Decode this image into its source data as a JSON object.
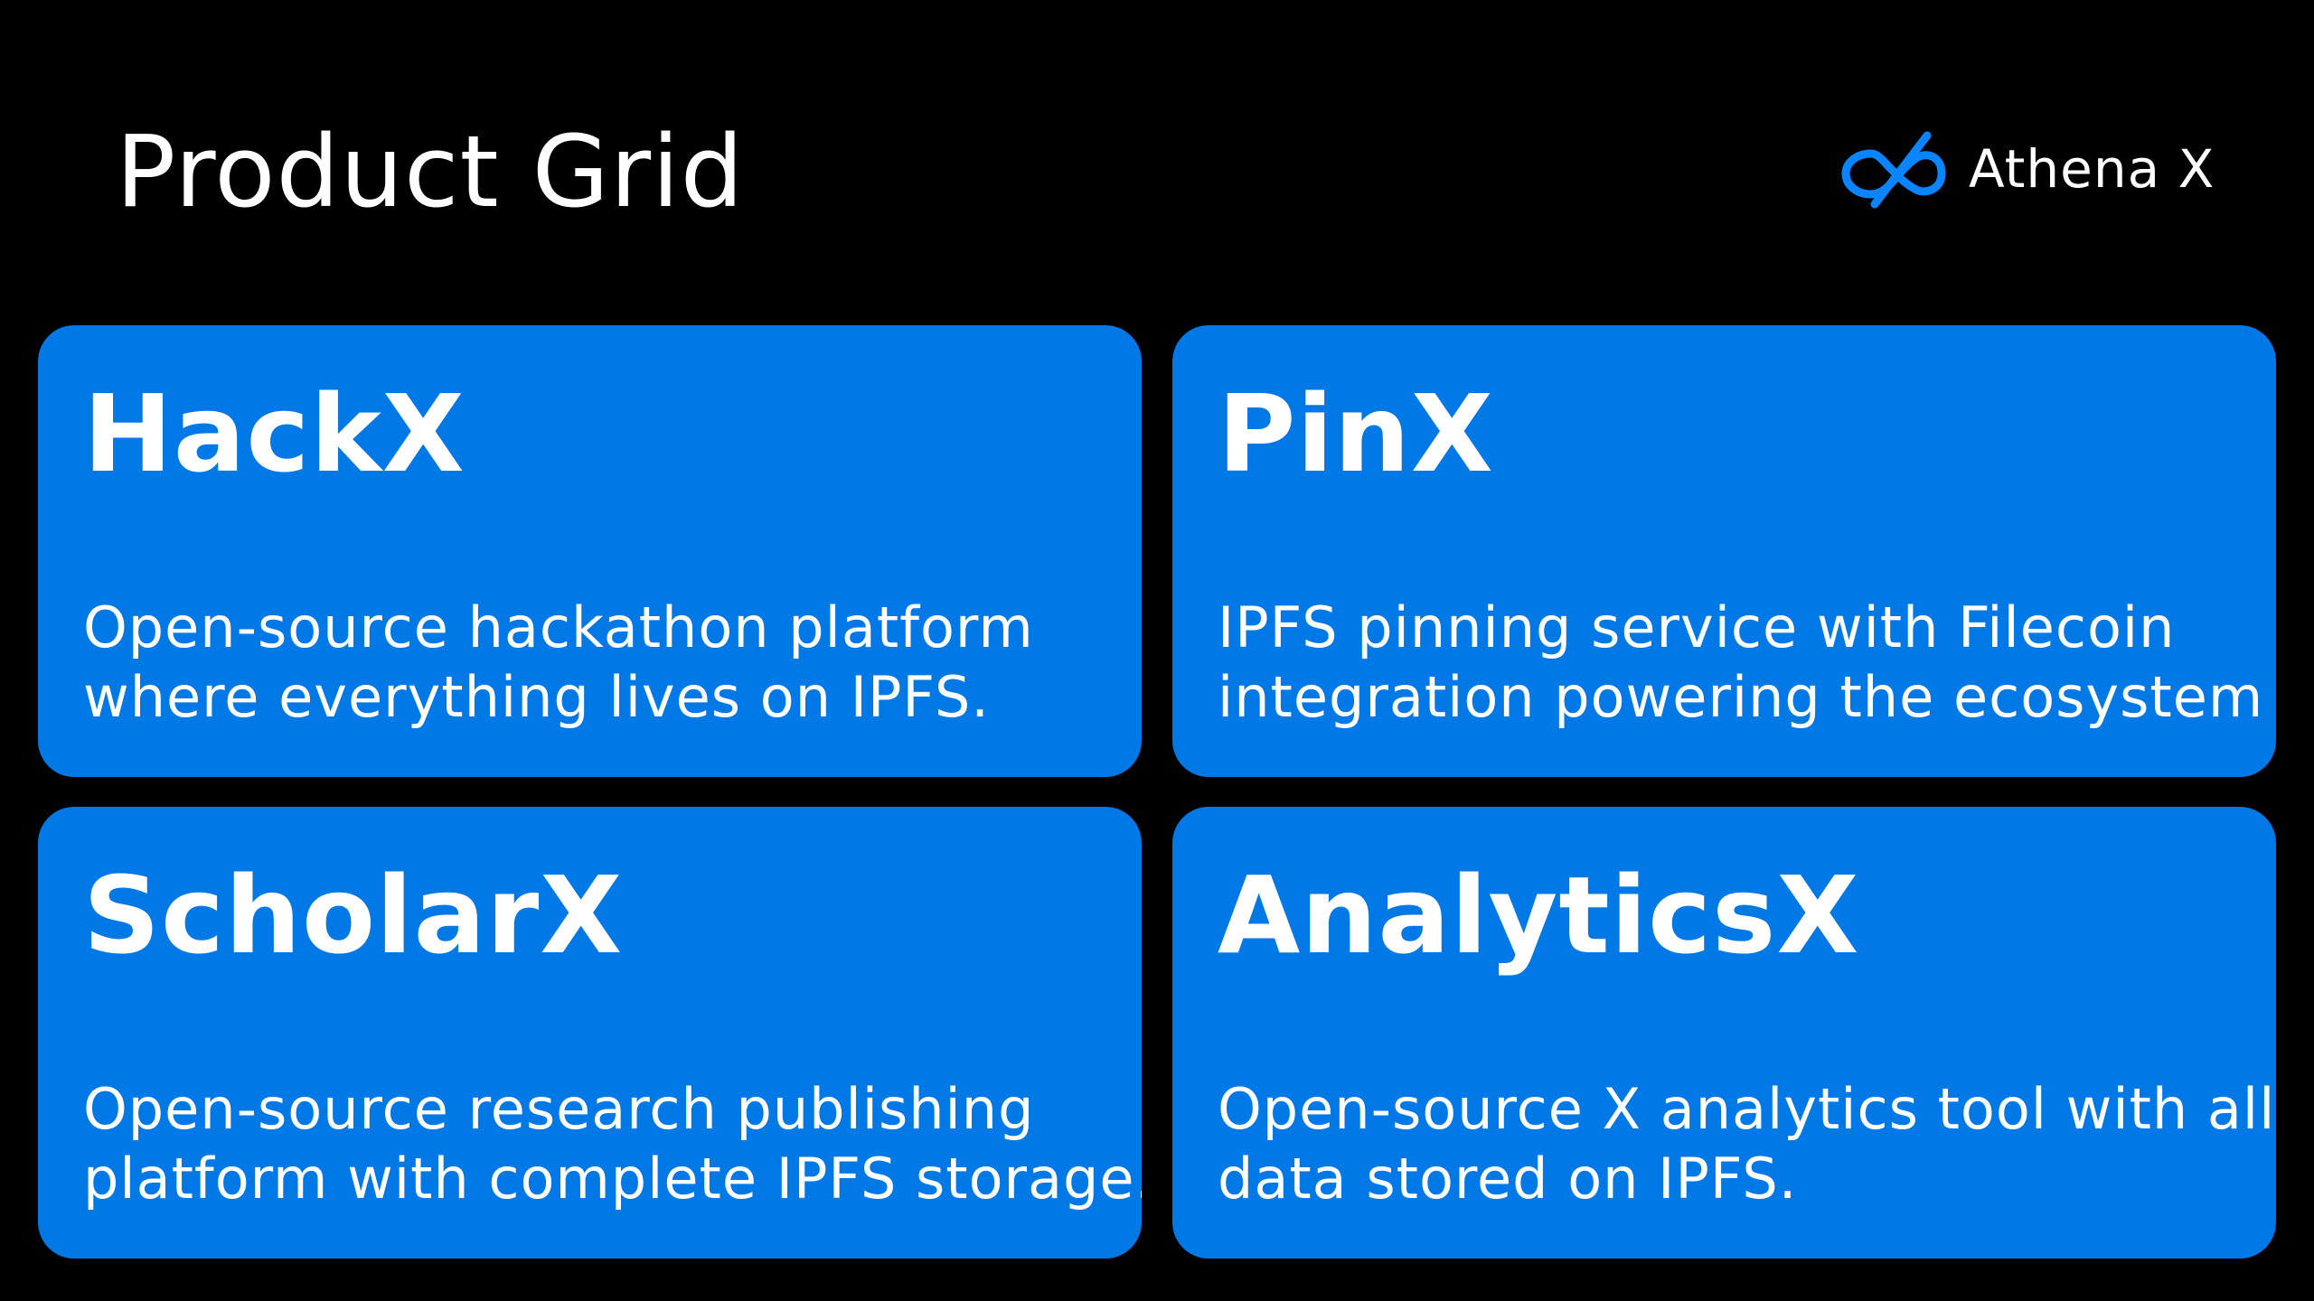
{
  "page": {
    "title": "Product Grid"
  },
  "brand": {
    "name": "Athena X",
    "logo_icon": "infinity-icon",
    "logo_color": "#0A84FF"
  },
  "theme": {
    "background": "#000000",
    "card_color": "#0078E6",
    "text_color": "#FFFFFF"
  },
  "products": [
    {
      "name": "HackX",
      "description_lines": [
        "Open-source hackathon platform",
        "where everything lives on IPFS."
      ]
    },
    {
      "name": "PinX",
      "description_lines": [
        "IPFS pinning service with Filecoin",
        "integration powering the ecosystem"
      ]
    },
    {
      "name": "ScholarX",
      "description_lines": [
        "Open-source research publishing",
        "platform with complete IPFS storage."
      ]
    },
    {
      "name": "AnalyticsX",
      "description_lines": [
        "Open-source X analytics tool with all",
        "data stored on IPFS."
      ]
    }
  ]
}
